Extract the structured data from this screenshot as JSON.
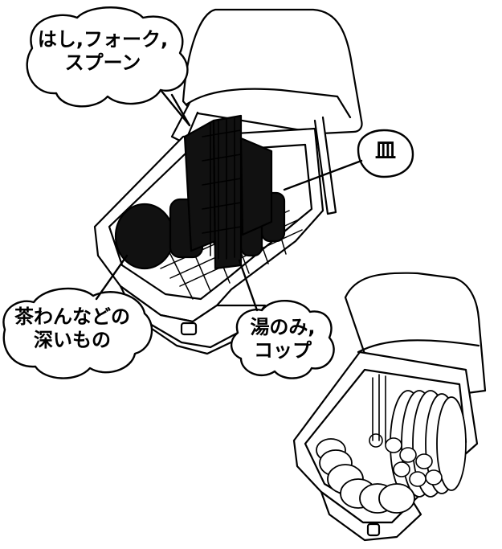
{
  "labels": {
    "utensils_line1": "はし,フォーク,",
    "utensils_line2": "スプーン",
    "plates": "皿",
    "bowls_line1": "茶わんなどの",
    "bowls_line2": "深いもの",
    "cups_line1": "湯のみ,",
    "cups_line2": "コップ"
  },
  "colors": {
    "ink": "#000000",
    "paper": "#ffffff"
  }
}
